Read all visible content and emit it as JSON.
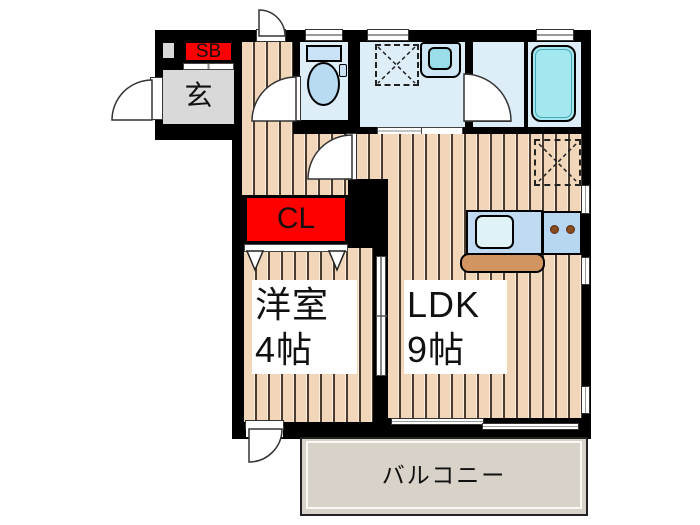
{
  "plan": {
    "type": "apartment-floor-plan",
    "rooms": {
      "entrance": {
        "label": "玄"
      },
      "shoe_box": {
        "label": "SB"
      },
      "closet": {
        "label": "CL"
      },
      "western_room": {
        "name": "洋室",
        "size": "4帖"
      },
      "ldk": {
        "name": "LDK",
        "size": "9帖"
      },
      "balcony": {
        "label": "バルコニー"
      }
    },
    "fixtures": [
      "toilet",
      "washbasin",
      "washing-machine-space",
      "bathtub",
      "kitchen-sink",
      "stove-burners",
      "refrigerator-space",
      "entrance-door",
      "toilet-door",
      "bath-door",
      "ldk-door",
      "closet-folding-door",
      "sliding-door",
      "balcony-sliding-window"
    ],
    "colors": {
      "wall": "#000000",
      "accent_red": "#fe0000",
      "flooring": "#f1d6ba",
      "wet_area_floor": "#ddeef9",
      "bathtub": "#a3e8ef",
      "genkan_floor": "#d9d9d9",
      "balcony_floor": "#d8d2c8",
      "kitchen_counter": "#bfdaf1",
      "counter_front": "#d29460"
    }
  }
}
